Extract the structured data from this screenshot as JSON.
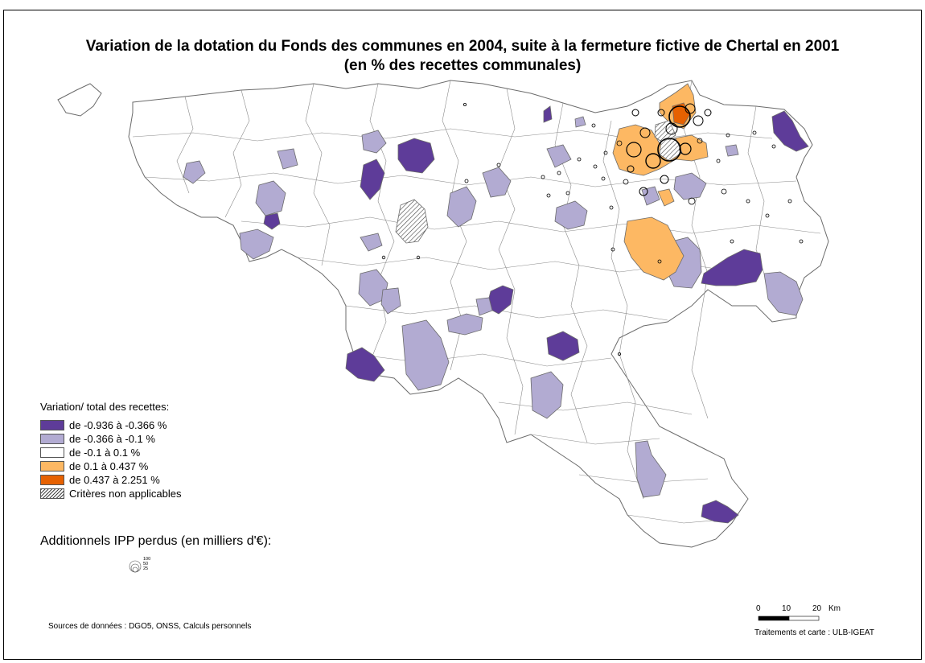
{
  "title": {
    "line1": "Variation de la dotation du Fonds des communes en 2004, suite à la fermeture fictive de Chertal en 2001",
    "line2": "(en % des recettes communales)"
  },
  "legend": {
    "title": "Variation/ total des recettes:",
    "classes": [
      {
        "label": "de -0.936  à -0.366 %",
        "color": "#5e3c99"
      },
      {
        "label": "de -0.366  à -0.1 %",
        "color": "#b2abd2"
      },
      {
        "label": "de -0.1  à  0.1 %",
        "color": "#ffffff"
      },
      {
        "label": "de 0.1  à  0.437 %",
        "color": "#fdb863"
      },
      {
        "label": "de 0.437  à 2.251 %",
        "color": "#e66101"
      },
      {
        "label": "Critères non applicables",
        "color": "hatched"
      }
    ]
  },
  "ipp": {
    "title": "Additionnels IPP perdus (en milliers d'€):",
    "values": [
      "100",
      "50",
      "25"
    ]
  },
  "scale": {
    "ticks": [
      "0",
      "10",
      "20"
    ],
    "unit": "Km"
  },
  "sources": "Sources de données : DGO5, ONSS, Calculs personnels",
  "credits": "Traitements et carte : ULB-IGEAT",
  "colors": {
    "dark_purple": "#5e3c99",
    "light_purple": "#b2abd2",
    "light_orange": "#fdb863",
    "dark_orange": "#e66101",
    "border": "#6b6b6b"
  }
}
